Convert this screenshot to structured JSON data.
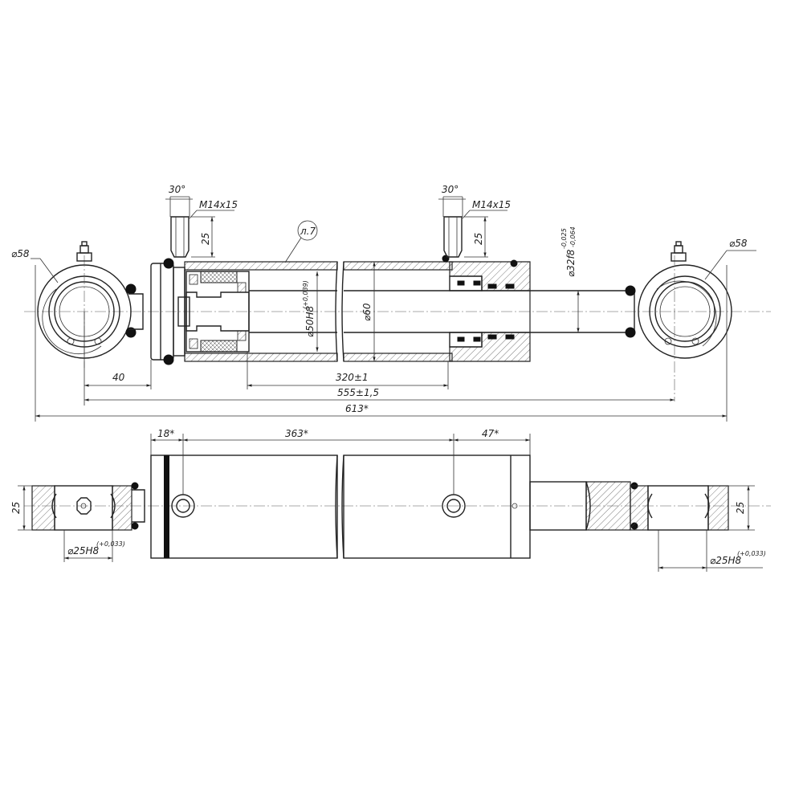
{
  "drawing": {
    "top_view": {
      "eye_left_dia": "⌀58",
      "eye_right_dia": "⌀58",
      "chamfer_left": "30°",
      "chamfer_right": "30°",
      "thread_left": "M14x15",
      "thread_right": "M14x15",
      "port_depth_left": "25",
      "port_depth_right": "25",
      "callout": "л.7",
      "bore_dia": "⌀50H8",
      "bore_tol": "(+0,039)",
      "tube_dia": "⌀60",
      "rod_dia": "⌀32f8",
      "rod_tol_upper": "-0,025",
      "rod_tol_lower": "-0,064",
      "dim_40": "40",
      "dim_stroke": "320±1",
      "dim_closed": "555±1,5",
      "dim_overall": "613*"
    },
    "bottom_view": {
      "dim_18": "18*",
      "dim_363": "363*",
      "dim_47": "47*",
      "width_left": "25",
      "width_right": "25",
      "pin_left": "⌀25H8",
      "pin_left_tol": "(+0,033)",
      "pin_right": "⌀25H8",
      "pin_right_tol": "(+0,033)"
    }
  }
}
